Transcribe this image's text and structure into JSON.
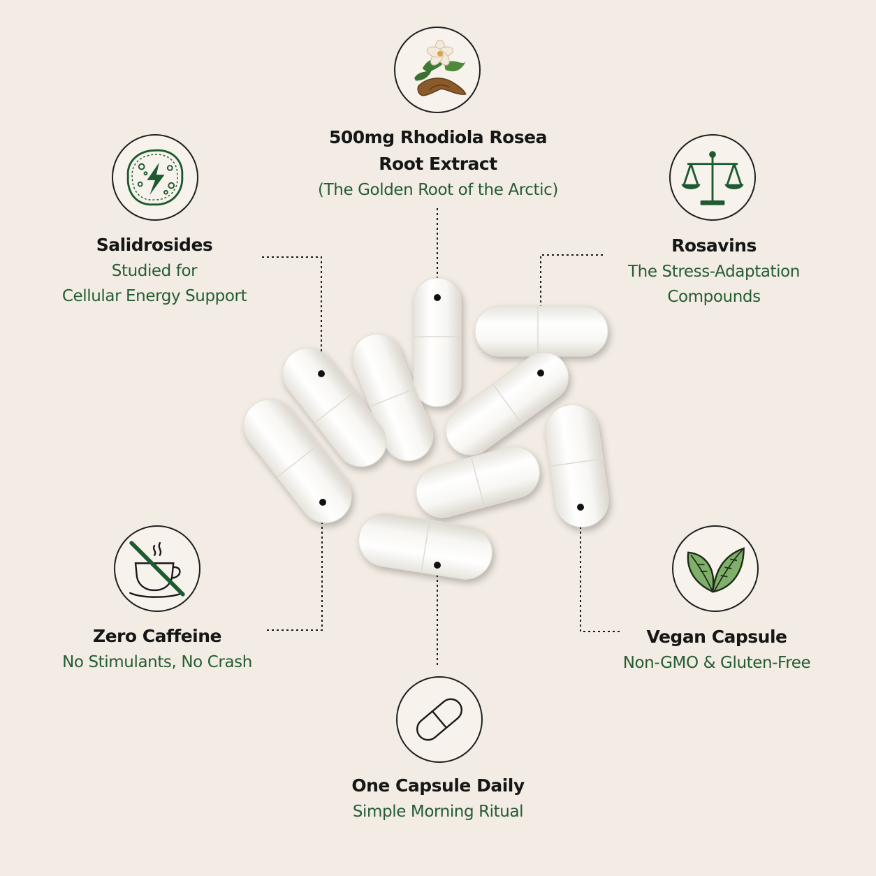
{
  "colors": {
    "background": "#f2ece4",
    "title": "#161616",
    "subtitle": "#255c33",
    "icon_green": "#1e5a31",
    "capsule": "#fbfbf9"
  },
  "features": {
    "rhodiola": {
      "title_line1": "500mg Rhodiola Rosea",
      "title_line2": "Root Extract",
      "subtitle": "(The Golden Root of the Arctic)",
      "icon": "rhodiola-root-icon"
    },
    "salidrosides": {
      "title": "Salidrosides",
      "subtitle_line1": "Studied for",
      "subtitle_line2": "Cellular Energy Support",
      "icon": "cell-energy-icon"
    },
    "rosavins": {
      "title": "Rosavins",
      "subtitle_line1": "The Stress-Adaptation",
      "subtitle_line2": "Compounds",
      "icon": "balance-scale-icon"
    },
    "zero_caffeine": {
      "title": "Zero Caffeine",
      "subtitle": "No Stimulants, No Crash",
      "icon": "no-coffee-icon"
    },
    "vegan": {
      "title": "Vegan Capsule",
      "subtitle": "Non-GMO & Gluten-Free",
      "icon": "leaves-icon"
    },
    "daily": {
      "title": "One Capsule Daily",
      "subtitle": "Simple Morning Ritual",
      "icon": "capsule-icon"
    }
  }
}
